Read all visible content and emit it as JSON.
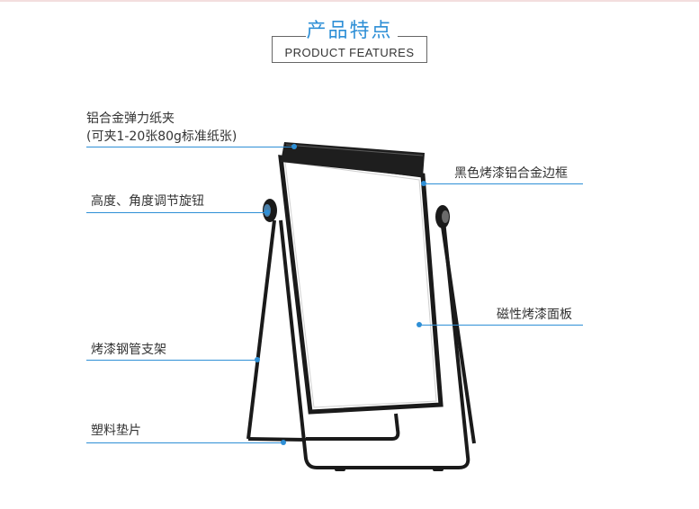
{
  "header": {
    "title_cn": "产品特点",
    "title_en": "PRODUCT  FEATURES"
  },
  "colors": {
    "accent": "#2e8fd6",
    "frame": "#1a1a1a"
  },
  "features": [
    {
      "id": "clip",
      "text": "铝合金弹力纸夹"
    },
    {
      "id": "clip_sub",
      "text": "(可夹1-20张80g标准纸张)"
    },
    {
      "id": "knob",
      "text": "高度、角度调节旋钮"
    },
    {
      "id": "legs",
      "text": "烤漆钢管支架"
    },
    {
      "id": "pads",
      "text": "塑料垫片"
    },
    {
      "id": "frame",
      "text": "黑色烤漆铝合金边框"
    },
    {
      "id": "panel",
      "text": "磁性烤漆面板"
    }
  ]
}
